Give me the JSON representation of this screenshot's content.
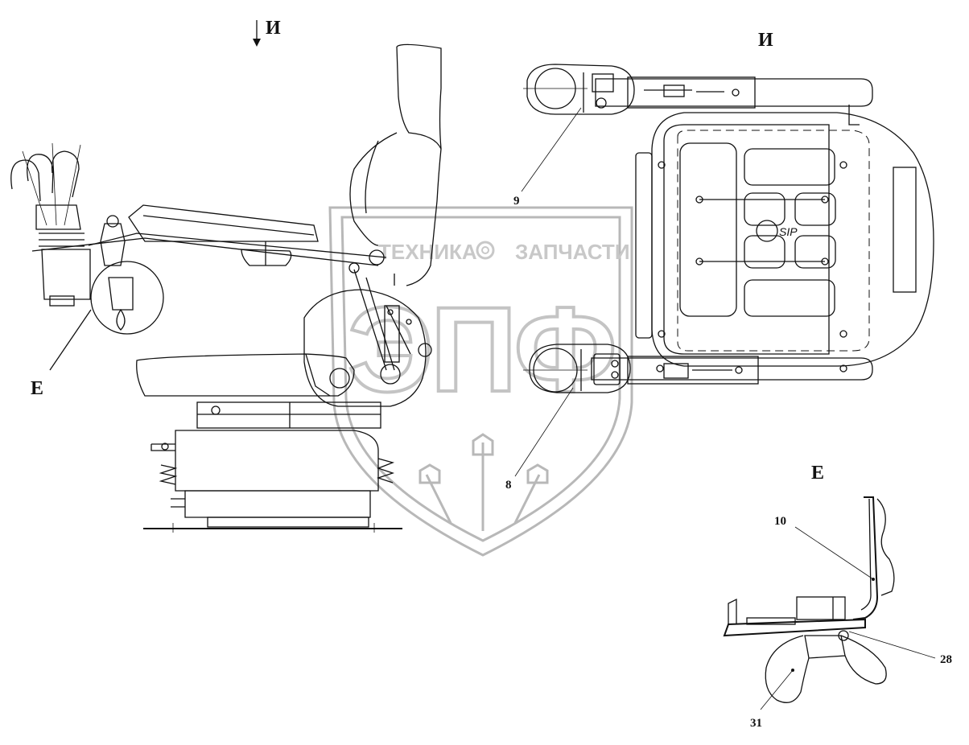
{
  "watermark": {
    "line1_left": "ТЕХНИКА",
    "line1_right": "ЗАПЧАСТИ",
    "logo": "ЭПФ",
    "gear_icon": "gear-icon"
  },
  "views": {
    "arrow_label": "И",
    "view_i_title": "И",
    "view_e_title": "Е",
    "callout_e": "Е"
  },
  "callouts": {
    "c9": "9",
    "c8": "8",
    "c10": "10",
    "c28": "28",
    "c31": "31"
  },
  "plate_text": "SIP"
}
